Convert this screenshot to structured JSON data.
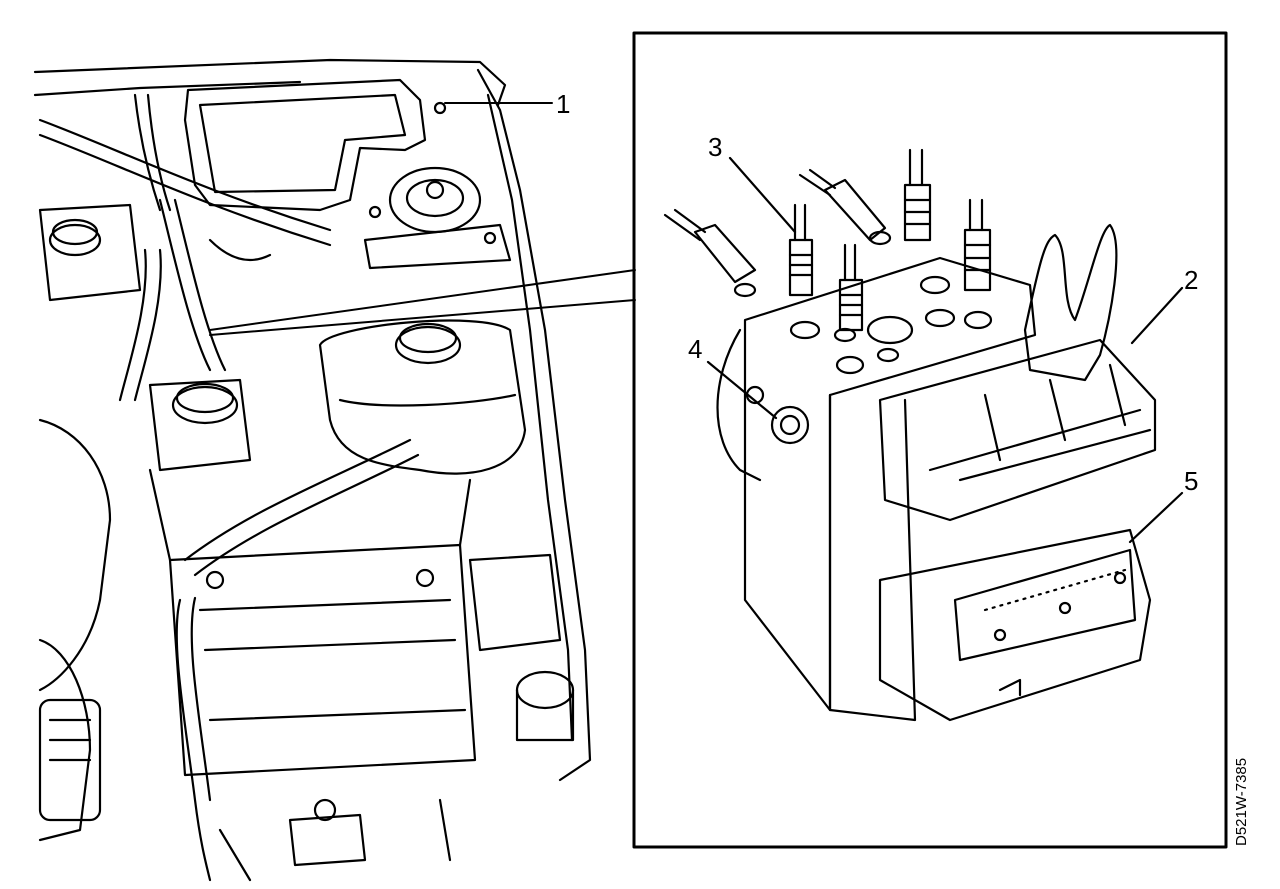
{
  "figure": {
    "code": "D521W-7385",
    "callouts": {
      "c1": "1",
      "c2": "2",
      "c3": "3",
      "c4": "4",
      "c5": "5"
    }
  },
  "colors": {
    "ink": "#000000",
    "paper": "#ffffff"
  }
}
